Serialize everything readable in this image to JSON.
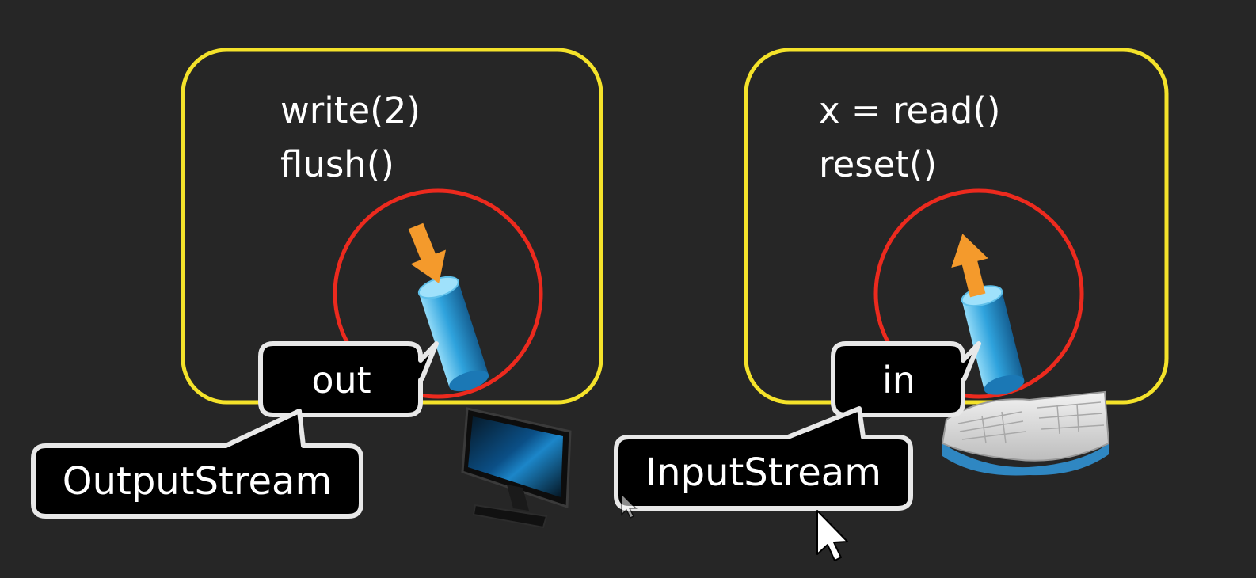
{
  "output_panel": {
    "code_lines": [
      "write(2)",
      "flush()"
    ],
    "variable_label": "out",
    "class_label": "OutputStream",
    "device_icon": "monitor-icon",
    "stream_direction": "into-stream"
  },
  "input_panel": {
    "code_lines": [
      "x = read()",
      "reset()"
    ],
    "variable_label": "in",
    "class_label": "InputStream",
    "device_icon": "keyboard-icon",
    "stream_direction": "out-of-stream"
  },
  "colors": {
    "background": "#262626",
    "panel_border": "#f4e22a",
    "circle": "#ec2a1e",
    "arrow": "#f49a2c",
    "stream_tube": "#2fa3dd",
    "callout_fill": "#000000",
    "callout_border": "#e8e8e8"
  },
  "cursor_icon": "mouse-pointer-icon"
}
